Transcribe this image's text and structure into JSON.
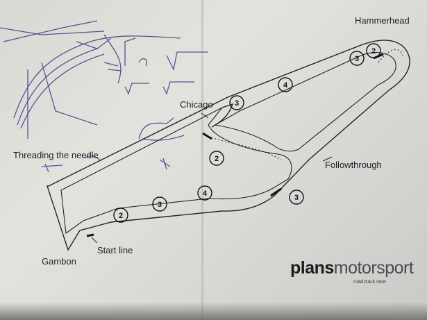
{
  "labels": {
    "hammerhead": "Hammerhead",
    "chicago": "Chicago",
    "threading": "Threading the needle",
    "followthrough": "Followthrough",
    "start_line": "Start line",
    "gambon": "Gambon"
  },
  "gear_markers": [
    "3",
    "2",
    "4",
    "3",
    "2",
    "3",
    "2",
    "3",
    "4"
  ],
  "logo": {
    "bold": "plans",
    "light": "motorsport",
    "tagline": "road.track.race"
  },
  "colors": {
    "paper": "#dcdcd6",
    "ink": "#1e1e1e",
    "pen": "#3a3a8c"
  }
}
